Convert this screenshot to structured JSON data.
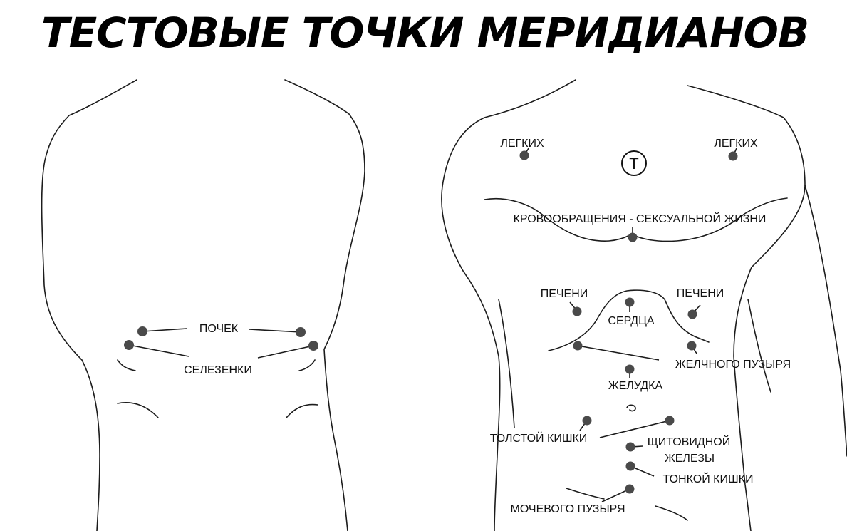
{
  "title": "ТЕСТОВЫЕ ТОЧКИ МЕРИДИАНОВ",
  "back_view": {
    "labels": {
      "kidneys": "ПОЧЕК",
      "spleen": "СЕЛЕЗЕНКИ"
    }
  },
  "front_view": {
    "t_symbol": "T",
    "labels": {
      "lungs_left": "ЛЕГКИХ",
      "lungs_right": "ЛЕГКИХ",
      "circulation_sex": "КРОВООБРАЩЕНИЯ - СЕКСУАЛЬНОЙ ЖИЗНИ",
      "liver_left": "ПЕЧЕНИ",
      "liver_right": "ПЕЧЕНИ",
      "heart": "СЕРДЦА",
      "gallbladder": "ЖЕЛЧНОГО ПУЗЫРЯ",
      "stomach": "ЖЕЛУДКА",
      "large_intestine": "ТОЛСТОЙ КИШКИ",
      "thyroid_line1": "ЩИТОВИДНОЙ",
      "thyroid_line2": "ЖЕЛЕЗЫ",
      "small_intestine": "ТОНКОЙ КИШКИ",
      "bladder": "МОЧЕВОГО ПУЗЫРЯ"
    }
  }
}
